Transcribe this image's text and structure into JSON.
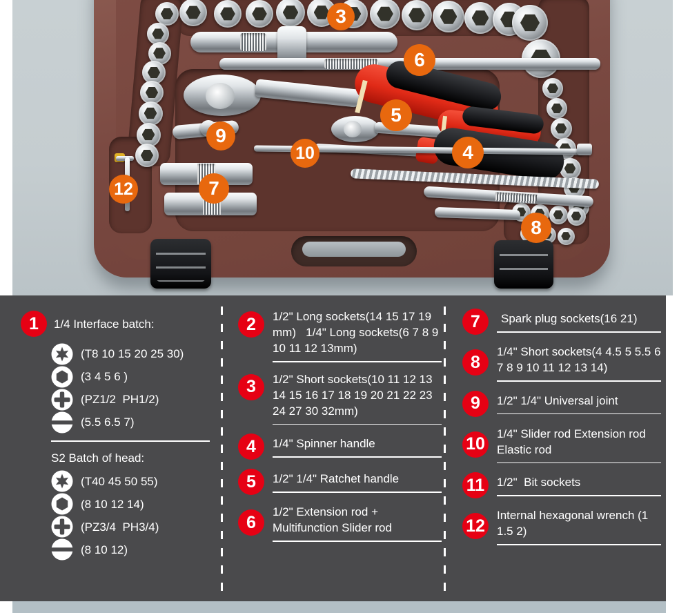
{
  "colors": {
    "accent_red": "#e60114",
    "accent_orange": "#e8680e",
    "legend_bg": "#4a4a4c",
    "photo_bg": "#c5cdd0",
    "footer_bar": "#b3bfc5",
    "text": "#ffffff"
  },
  "photo": {
    "badges": [
      {
        "n": "3"
      },
      {
        "n": "6"
      },
      {
        "n": "5"
      },
      {
        "n": "4"
      },
      {
        "n": "9"
      },
      {
        "n": "10"
      },
      {
        "n": "7"
      },
      {
        "n": "12"
      },
      {
        "n": "8"
      }
    ]
  },
  "legend": {
    "col1": {
      "num": "1",
      "group1": {
        "title": "1/4 Interface batch:",
        "rows": [
          {
            "icon": "torx-bit-icon",
            "text": "(T8 10 15 20 25 30)"
          },
          {
            "icon": "hex-bit-icon",
            "text": "(3 4 5 6 )"
          },
          {
            "icon": "phillips-bit-icon",
            "text": "(PZ1/2  PH1/2)"
          },
          {
            "icon": "slotted-bit-icon",
            "text": "(5.5 6.5 7)"
          }
        ]
      },
      "group2": {
        "title": "S2 Batch of head:",
        "rows": [
          {
            "icon": "torx-bit-icon",
            "text": "(T40 45 50 55)"
          },
          {
            "icon": "hex-bit-icon",
            "text": "(8 10 12 14)"
          },
          {
            "icon": "phillips-bit-icon",
            "text": "(PZ3/4  PH3/4)"
          },
          {
            "icon": "slotted-bit-icon",
            "text": "(8 10 12)"
          }
        ]
      }
    },
    "col2": [
      {
        "num": "2",
        "text": "1/2\" Long sockets(14 15 17 19 mm)   1/4\" Long sockets(6 7 8 9 10 11 12 13mm)"
      },
      {
        "num": "3",
        "text": "1/2\" Short sockets(10 11 12 13 14 15 16 17 18 19 20 21 22 23 24 27 30 32mm)"
      },
      {
        "num": "4",
        "text": "1/4\" Spinner handle"
      },
      {
        "num": "5",
        "text": "1/2\" 1/4\" Ratchet handle"
      },
      {
        "num": "6",
        "text": "1/2\" Extension rod + Multifunction Slider rod"
      }
    ],
    "col3": [
      {
        "num": "7",
        "text": "Spark plug sockets(16 21)"
      },
      {
        "num": "8",
        "text": "1/4\" Short sockets(4 4.5 5 5.5 6 7 8 9 10 11 12 13 14)"
      },
      {
        "num": "9",
        "text": "1/2\" 1/4\" Universal joint"
      },
      {
        "num": "10",
        "text": "1/4\" Slider rod Extension rod Elastic rod"
      },
      {
        "num": "11",
        "text": "1/2\"  Bit sockets"
      },
      {
        "num": "12",
        "text": "Internal hexagonal wrench (1 1.5 2)"
      }
    ]
  }
}
